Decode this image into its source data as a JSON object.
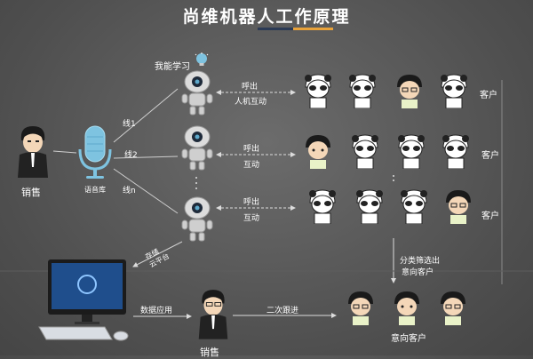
{
  "title": "尚维机器人工作原理",
  "robot_caption": "我能学习",
  "seller_label": "销售",
  "mic_label": "语音库",
  "lines": [
    "线1",
    "线2",
    "线n"
  ],
  "rows": [
    {
      "arrow_top": "呼出",
      "arrow_bottom": "人机互动",
      "customer_label": "客户"
    },
    {
      "arrow_top": "呼出",
      "arrow_bottom": "互动",
      "customer_label": "客户"
    },
    {
      "arrow_top": "呼出",
      "arrow_bottom": "互动",
      "customer_label": "客户"
    }
  ],
  "cloud_label": "存储\n云平台",
  "filter_label_1": "分类筛选出",
  "filter_label_2": "意向客户",
  "data_app_label": "数据应用",
  "followup_label": "二次跟进",
  "intent_customer_label": "意向客户",
  "bottom_seller_label": "销售",
  "colors": {
    "accent_blue": "#2b3a55",
    "accent_orange": "#e8a23a",
    "line": "#cfcfcf"
  }
}
